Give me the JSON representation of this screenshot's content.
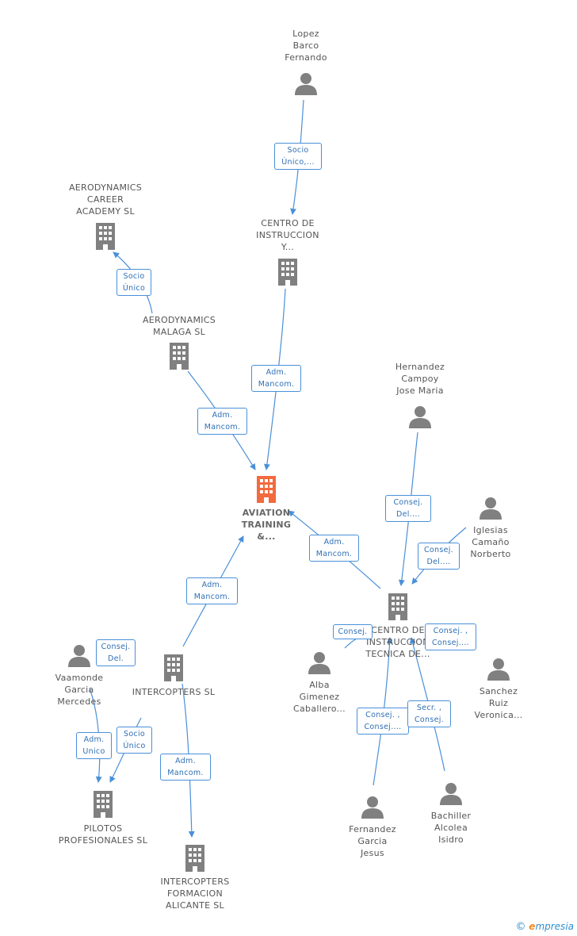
{
  "colors": {
    "edge": "#4a90d9",
    "person": "#808080",
    "company": "#808080",
    "main_company": "#f26a3d",
    "label_text": "#555555",
    "rel_text": "#2f6fb5"
  },
  "nodes": [
    {
      "id": "lopez",
      "type": "person",
      "label": "Lopez\nBarco\nFernando"
    },
    {
      "id": "centro1",
      "type": "company",
      "label": "CENTRO DE\nINSTRUCCION\nY..."
    },
    {
      "id": "aca",
      "type": "company",
      "label": "AERODYNAMICS\nCAREER\nACADEMY  SL"
    },
    {
      "id": "malaga",
      "type": "company",
      "label": "AERODYNAMICS\nMALAGA SL"
    },
    {
      "id": "main",
      "type": "main",
      "label": "AVIATION\nTRAINING\n&..."
    },
    {
      "id": "hernandez",
      "type": "person",
      "label": "Hernandez\nCampoy\nJose Maria"
    },
    {
      "id": "iglesias",
      "type": "person",
      "label": "Iglesias\nCamaño\nNorberto"
    },
    {
      "id": "centro2",
      "type": "company",
      "label": "CENTRO DE\nINSTRUCCION\nTECNICA DE..."
    },
    {
      "id": "alba",
      "type": "person",
      "label": "Alba\nGimenez\nCaballero..."
    },
    {
      "id": "sanchez",
      "type": "person",
      "label": "Sanchez\nRuiz\nVeronica..."
    },
    {
      "id": "fernandez",
      "type": "person",
      "label": "Fernandez\nGarcia\nJesus"
    },
    {
      "id": "bachiller",
      "type": "person",
      "label": "Bachiller\nAlcolea\nIsidro"
    },
    {
      "id": "vaamonde",
      "type": "person",
      "label": "Vaamonde\nGarcia\nMercedes"
    },
    {
      "id": "intercopters",
      "type": "company",
      "label": "INTERCOPTERS SL"
    },
    {
      "id": "pilotos",
      "type": "company",
      "label": "PILOTOS\nPROFESIONALES SL"
    },
    {
      "id": "icfa",
      "type": "company",
      "label": "INTERCOPTERS\nFORMACION\nALICANTE  SL"
    }
  ],
  "relations": [
    {
      "id": "r1",
      "label": "Socio\nÚnico,..."
    },
    {
      "id": "r2",
      "label": "Socio\nÚnico"
    },
    {
      "id": "r3",
      "label": "Adm.\nMancom."
    },
    {
      "id": "r4",
      "label": "Adm.\nMancom."
    },
    {
      "id": "r5",
      "label": "Consej.\nDel...."
    },
    {
      "id": "r6",
      "label": "Consej.\nDel...."
    },
    {
      "id": "r7",
      "label": "Adm.\nMancom."
    },
    {
      "id": "r8",
      "label": "Adm.\nMancom."
    },
    {
      "id": "r9",
      "label": "Consej."
    },
    {
      "id": "r10",
      "label": "Consej. ,\nConsej...."
    },
    {
      "id": "r11",
      "label": "Consej. ,\nConsej...."
    },
    {
      "id": "r12",
      "label": "Secr. ,\nConsej."
    },
    {
      "id": "r13",
      "label": "Consej.\nDel."
    },
    {
      "id": "r14",
      "label": "Socio\nÚnico"
    },
    {
      "id": "r15",
      "label": "Adm.\nUnico"
    },
    {
      "id": "r16",
      "label": "Adm.\nMancom."
    }
  ],
  "brand": {
    "copyright": "©",
    "name_initial": "e",
    "name_rest": "mpresia"
  }
}
